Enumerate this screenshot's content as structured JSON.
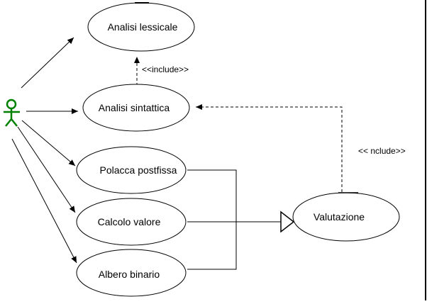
{
  "diagram": {
    "actor": {
      "color": "#008000"
    },
    "use_cases": {
      "analisi_lessicale": "Analisi lessicale",
      "analisi_sintattica": "Analisi sintattica",
      "polacca_postfissa": "Polacca postfissa",
      "calcolo_valore": "Calcolo valore",
      "albero_binario": "Albero binario",
      "valutazione": "Valutazione"
    },
    "stereotypes": {
      "include_lessicale": "<<include>>",
      "include_valutazione": "<< nclude>>"
    }
  }
}
